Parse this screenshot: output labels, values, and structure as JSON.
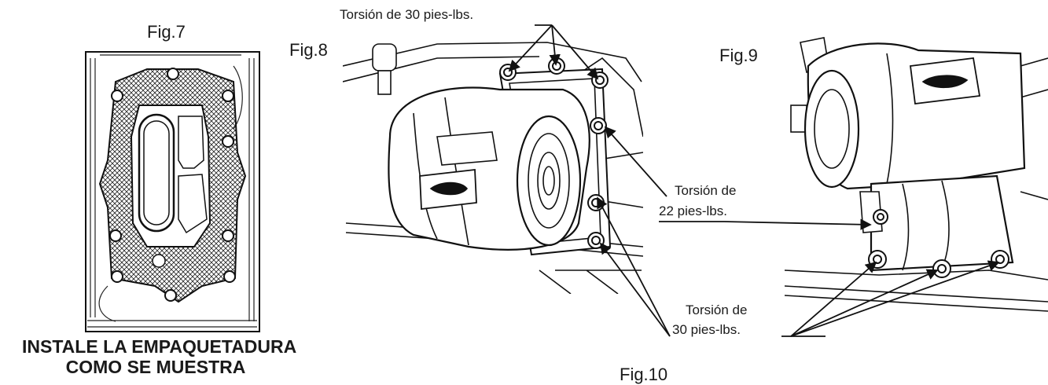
{
  "figures": {
    "fig7": {
      "label": "Fig.7"
    },
    "fig8": {
      "label": "Fig.8"
    },
    "fig9": {
      "label": "Fig.9"
    },
    "fig10": {
      "label": "Fig.10"
    }
  },
  "callouts": {
    "fig8_top": "Torsión de 30 pies-lbs.",
    "fig8_side_line1": "Torsión de",
    "fig8_side_line2": "22 pies-lbs.",
    "fig9_bottom_line1": "Torsión de",
    "fig9_bottom_line2": "30 pies-lbs."
  },
  "caption": {
    "line1": "INSTALE LA EMPAQUETADURA",
    "line2": "COMO SE MUESTRA"
  }
}
